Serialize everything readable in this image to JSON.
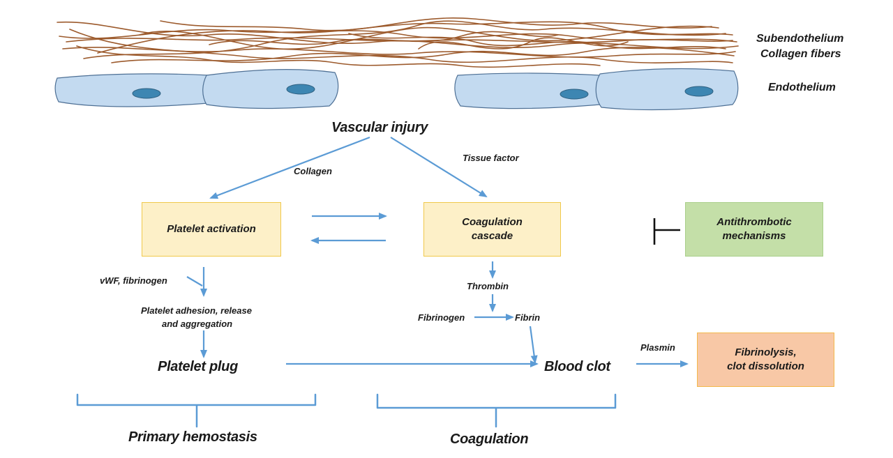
{
  "structures": {
    "subendothelium": "Subendothelium",
    "collagen_fibers": "Collagen fibers",
    "endothelium": "Endothelium"
  },
  "labels": {
    "vascular_injury": "Vascular injury",
    "collagen": "Collagen",
    "tissue_factor": "Tissue  factor",
    "vwf_fibrinogen": "vWF, fibrinogen",
    "adhesion_line1": "Platelet  adhesion, release",
    "adhesion_line2": "and aggregation",
    "thrombin": "Thrombin",
    "fibrinogen": "Fibrinogen",
    "fibrin": "Fibrin",
    "plasmin": "Plasmin",
    "platelet_plug": "Platelet plug",
    "blood_clot": "Blood clot",
    "primary_hemostasis": "Primary hemostasis",
    "coagulation": "Coagulation"
  },
  "boxes": {
    "platelet_activation": "Platelet activation",
    "coagulation_cascade_line1": "Coagulation",
    "coagulation_cascade_line2": "cascade",
    "antithrombotic_line1": "Antithrombotic",
    "antithrombotic_line2": "mechanisms",
    "fibrinolysis_line1": "Fibrinolysis,",
    "fibrinolysis_line2": "clot dissolution"
  },
  "colors": {
    "fiber": "#9c5a2c",
    "cell_fill": "#c3daf0",
    "cell_stroke": "#4d6f94",
    "nucleus": "#3d86b2",
    "arrow": "#5b9bd5",
    "box_yellow": "#fdf0c8",
    "box_green": "#c4dfa8",
    "box_peach": "#f8c8a6"
  }
}
